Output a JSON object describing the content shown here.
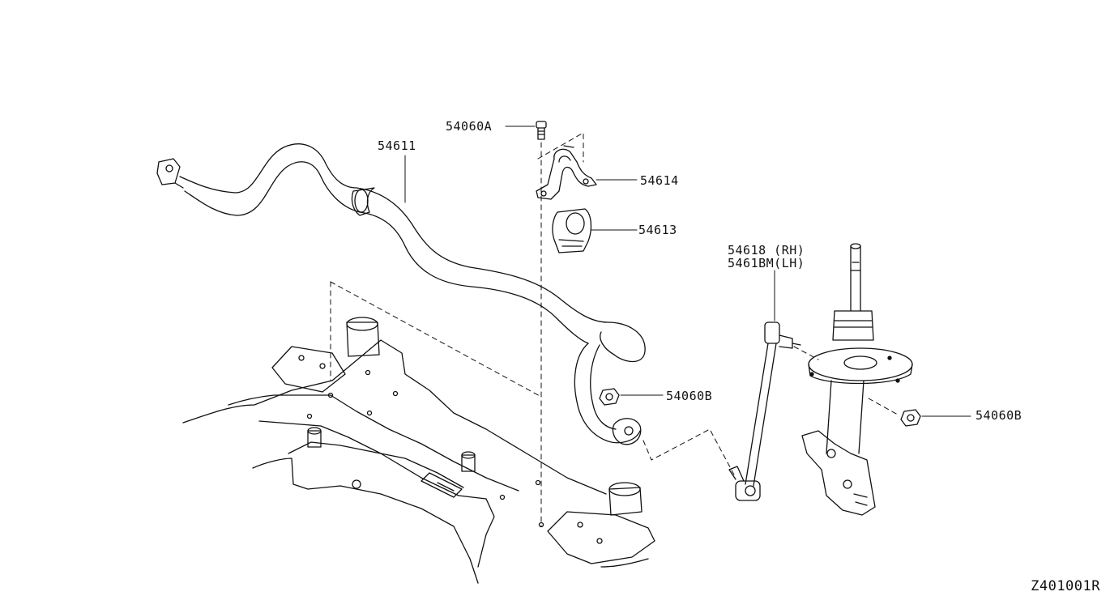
{
  "labels": {
    "bolt": "54060A",
    "stabilizer_bar": "54611",
    "bracket": "54614",
    "bushing": "54613",
    "link_rh": "54618 (RH)",
    "link_lh": "5461BM(LH)",
    "nut_bar": "54060B",
    "nut_strut": "54060B"
  },
  "diagram_id": "Z401001R"
}
